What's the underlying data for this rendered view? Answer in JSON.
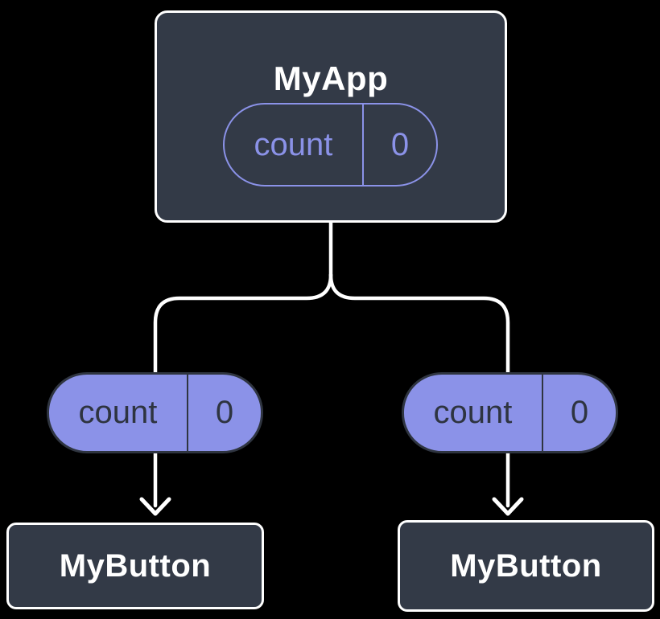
{
  "colors": {
    "background": "#000000",
    "node_fill": "#333A47",
    "node_border": "#FFFFFF",
    "node_text": "#FFFFFF",
    "purple": "#8B92E8",
    "pill_dark_text": "#2E3440",
    "pill_dark_border": "#2F3540",
    "connector": "#FFFFFF"
  },
  "diagram": {
    "root": {
      "title": "MyApp",
      "state": {
        "name": "count",
        "value": "0"
      }
    },
    "props": [
      {
        "name": "count",
        "value": "0"
      },
      {
        "name": "count",
        "value": "0"
      }
    ],
    "children": [
      {
        "title": "MyButton"
      },
      {
        "title": "MyButton"
      }
    ]
  }
}
